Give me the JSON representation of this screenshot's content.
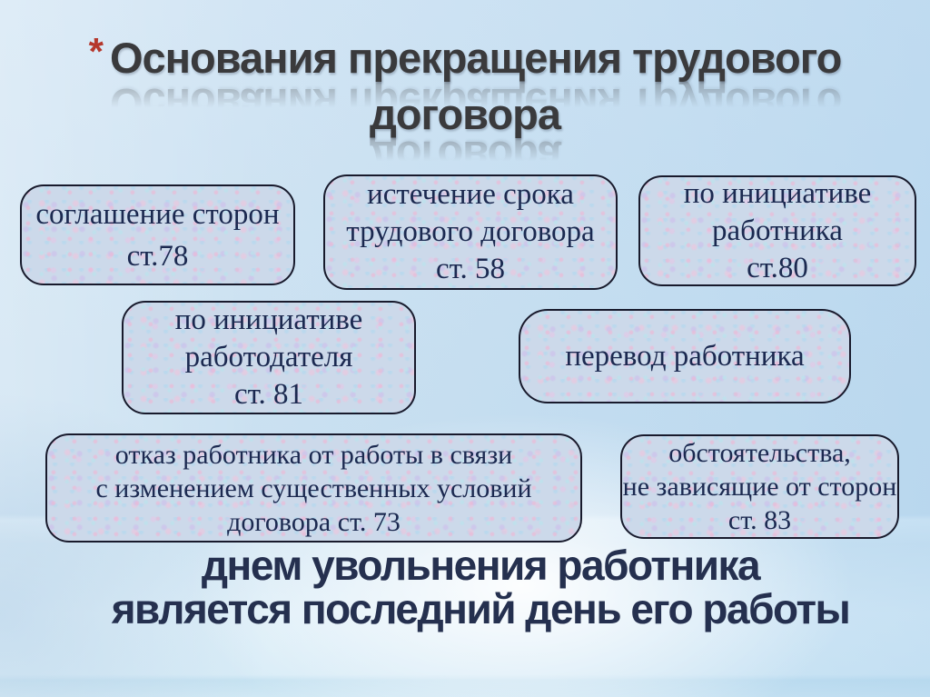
{
  "slide": {
    "title": {
      "bullet": "*",
      "lines": [
        "Основания прекращения трудового",
        "договора"
      ]
    },
    "boxes": [
      {
        "name": "agreement-of-parties",
        "lines": [
          "соглашение сторон",
          "ст.78"
        ]
      },
      {
        "name": "contract-term-expiry",
        "lines": [
          "истечение срока",
          "трудового договора",
          "ст. 58"
        ]
      },
      {
        "name": "employee-initiative",
        "lines": [
          "по инициативе",
          "работника",
          "ст.80"
        ]
      },
      {
        "name": "employer-initiative",
        "lines": [
          "по инициативе",
          "работодателя",
          "ст. 81"
        ]
      },
      {
        "name": "employee-transfer",
        "lines": [
          "перевод работника"
        ]
      },
      {
        "name": "refusal-changed-conditions",
        "lines": [
          "отказ работника от работы в связи",
          "с изменением существенных условий",
          "договора ст. 73"
        ]
      },
      {
        "name": "independent-circumstances",
        "lines": [
          "обстоятельства,",
          "не зависящие от сторон",
          "ст. 83"
        ]
      }
    ],
    "footer": {
      "lines": [
        "днем увольнения работника",
        "является последний день его работы"
      ]
    },
    "colors": {
      "bullet_accent": "#b5372c",
      "title_text": "#3a3a3c",
      "box_fill_base": "#ccd9ea",
      "box_border": "#181a2c",
      "box_text": "#1b2950",
      "footer_text": "#25304f",
      "background_top": "#d2e5f4",
      "background_glow": "#ffffff"
    }
  }
}
